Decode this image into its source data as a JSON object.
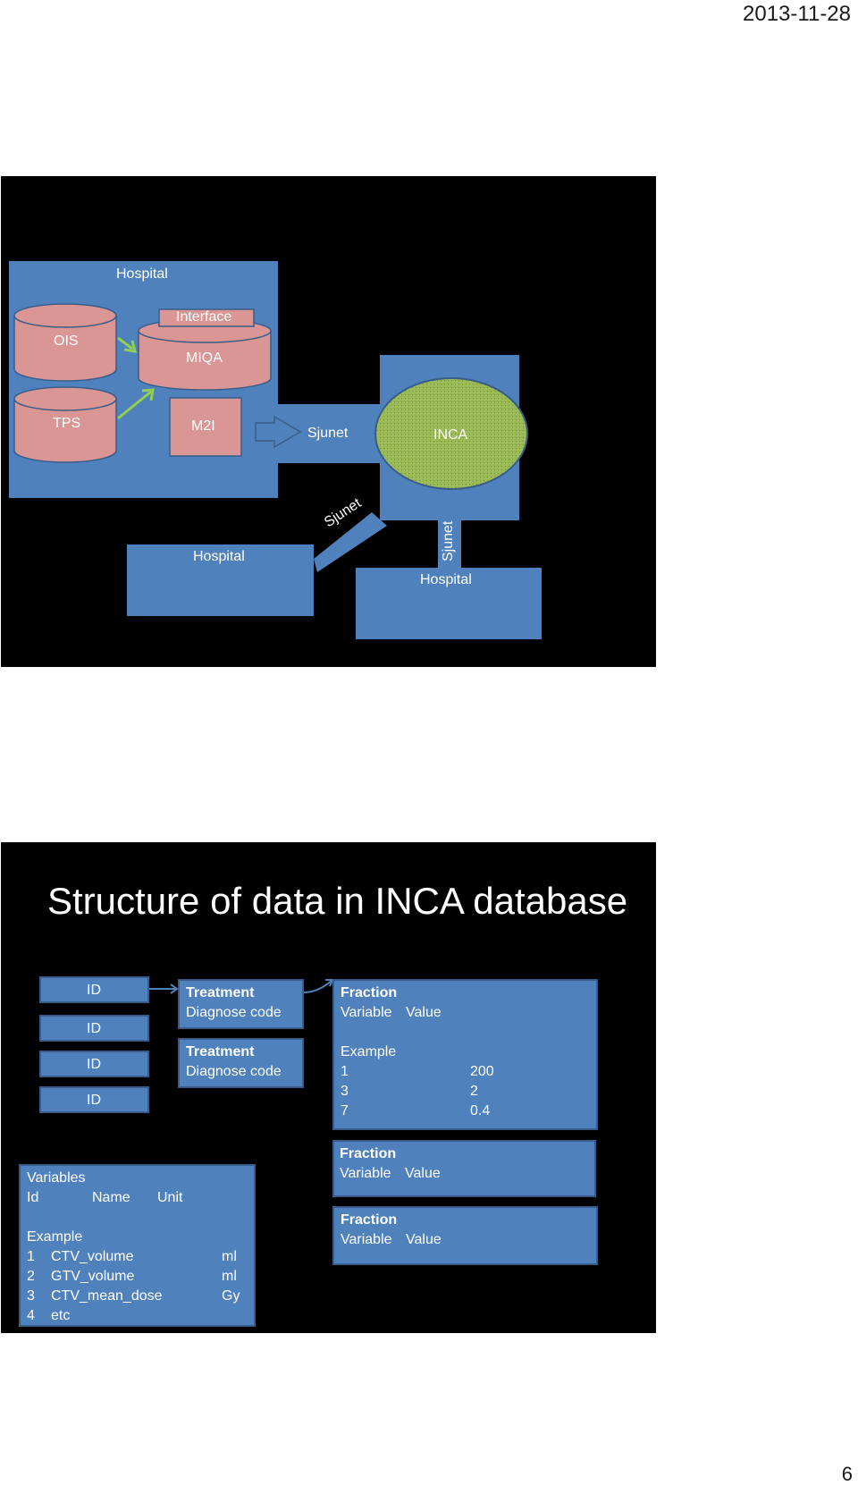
{
  "header": {
    "date": "2013-11-28"
  },
  "footer": {
    "page_number": "6"
  },
  "slide1": {
    "hospital_main": "Hospital",
    "ois": "OIS",
    "tps": "TPS",
    "interface": "Interface",
    "miqa": "MIQA",
    "m2i": "M2I",
    "sjunet_main": "Sjunet",
    "inca": "INCA",
    "sjunet_diag": "Sjunet",
    "sjunet_vert": "Sjunet",
    "hospital_left": "Hospital",
    "hospital_right": "Hospital",
    "colors": {
      "blue": "#4f81bd",
      "cylinder": "#d99694",
      "arrow_green": "#92d050",
      "inca_green": "#9bbb59"
    }
  },
  "slide2": {
    "title": "Structure of data in INCA database",
    "ids": [
      "ID",
      "ID",
      "ID",
      "ID"
    ],
    "treatments": [
      {
        "title": "Treatment",
        "sub": "Diagnose code"
      },
      {
        "title": "Treatment",
        "sub": "Diagnose code"
      }
    ],
    "fraction_main": {
      "title": "Fraction",
      "header": [
        "Variable",
        "Value"
      ],
      "example_label": "Example",
      "rows": [
        [
          "1",
          "200"
        ],
        [
          "3",
          "2"
        ],
        [
          "7",
          "0.4"
        ]
      ]
    },
    "fraction_small": [
      {
        "title": "Fraction",
        "header": [
          "Variable",
          "Value"
        ]
      },
      {
        "title": "Fraction",
        "header": [
          "Variable",
          "Value"
        ]
      }
    ],
    "variables": {
      "title": "Variables",
      "header": [
        "Id",
        "Name",
        "Unit"
      ],
      "example_label": "Example",
      "rows": [
        [
          "1",
          "CTV_volume",
          "ml"
        ],
        [
          "2",
          "GTV_volume",
          "ml"
        ],
        [
          "3",
          "CTV_mean_dose",
          "Gy"
        ],
        [
          "4",
          "etc",
          ""
        ]
      ]
    }
  }
}
